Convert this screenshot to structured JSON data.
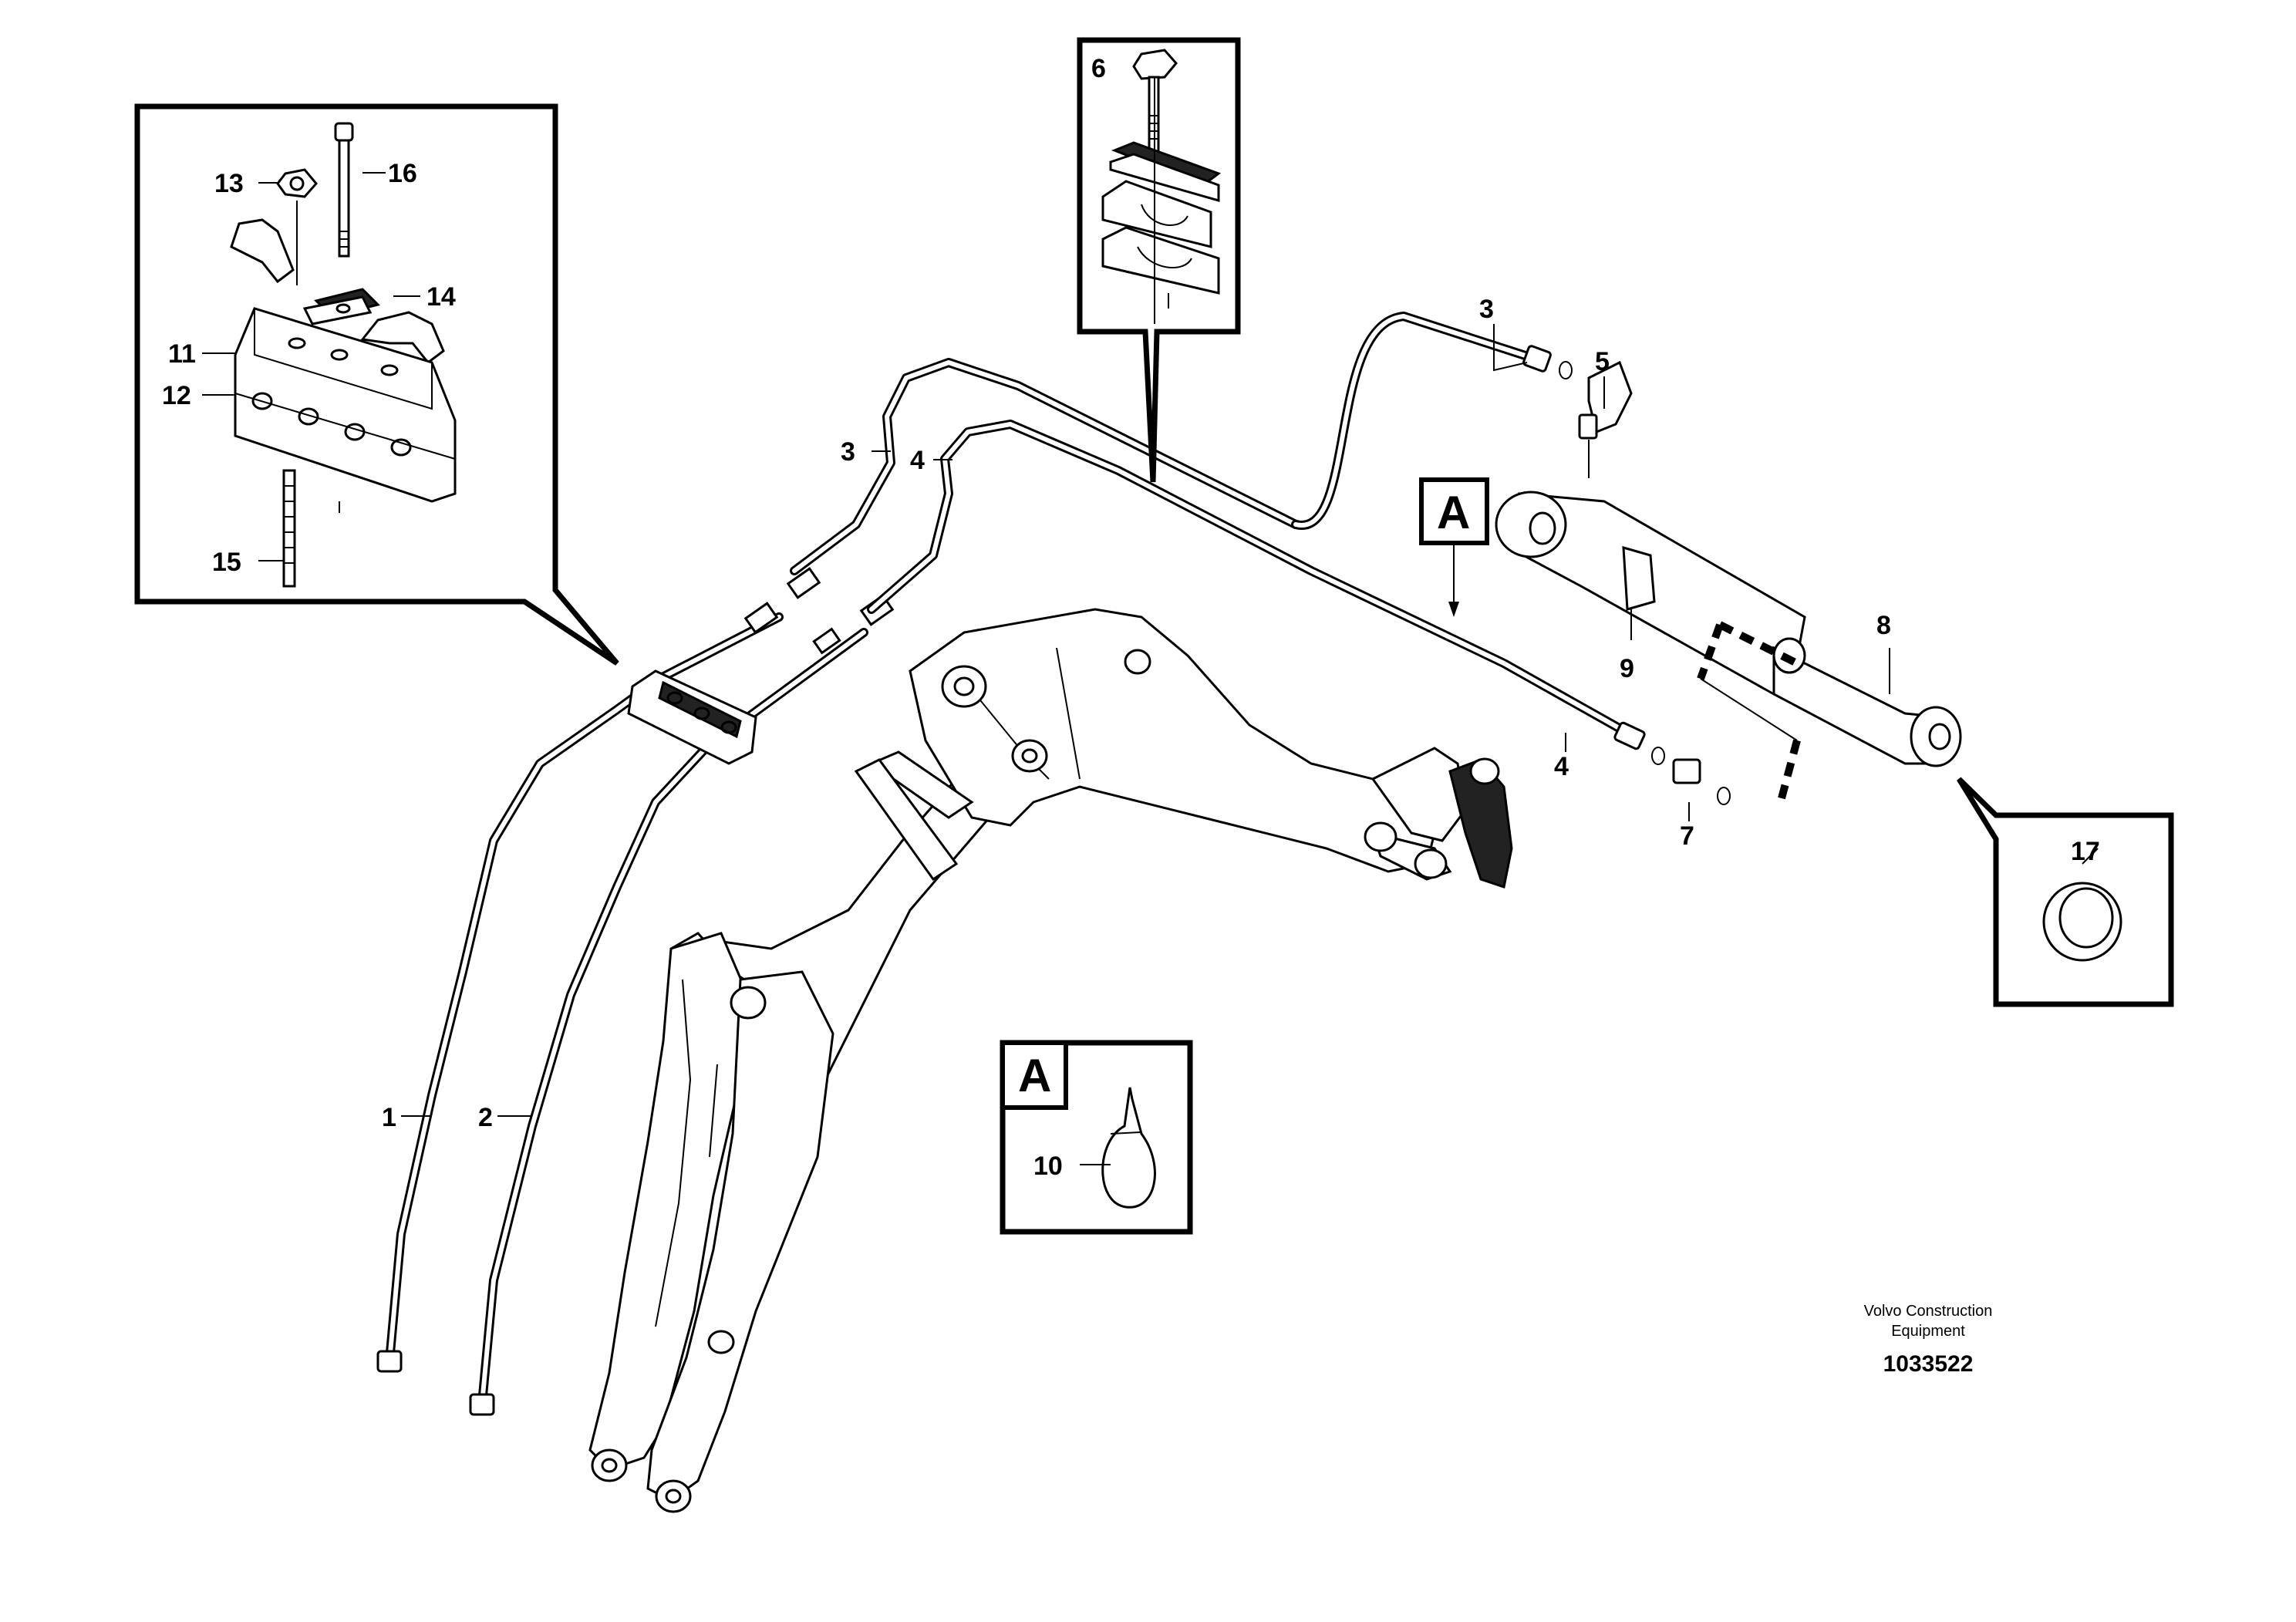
{
  "labels": {
    "l1": "1",
    "l2": "2",
    "l3a": "3",
    "l3b": "3",
    "l4a": "4",
    "l4b": "4",
    "l5": "5",
    "l6": "6",
    "l7": "7",
    "l8": "8",
    "l9": "9",
    "l10": "10",
    "l11": "11",
    "l12": "12",
    "l13": "13",
    "l14": "14",
    "l15": "15",
    "l16": "16",
    "l17": "17"
  },
  "detail_tags": {
    "a_top": "A",
    "a_box": "A"
  },
  "credit": {
    "line1": "Volvo Construction",
    "line2": "Equipment"
  },
  "drawing_number": "1033522"
}
